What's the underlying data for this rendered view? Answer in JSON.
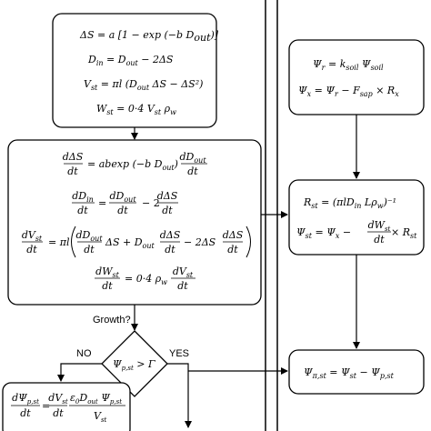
{
  "box1": {
    "eq1": "ΔS = a [1 − exp (−b D",
    "eq1_sub": "out",
    "eq1_tail": ")]",
    "eq2_lhs": "D",
    "eq2_lhs_sub": "in",
    "eq2_rhs": " = D",
    "eq2_rhs_sub": "out",
    "eq2_tail": " − 2ΔS",
    "eq3_lhs": "V",
    "eq3_lhs_sub": "st",
    "eq3_mid": " = πl (D",
    "eq3_mid_sub": "out",
    "eq3_tail": " ΔS − ΔS²)",
    "eq4_lhs": "W",
    "eq4_lhs_sub": "st",
    "eq4_mid": " = 0·4 V",
    "eq4_mid_sub": "st",
    "eq4_tail": " ρ",
    "eq4_tail_sub": "w"
  },
  "box2": {
    "r1_num": "dΔS",
    "r1_den": "dt",
    "r1_mid": "= abexp (−b D",
    "r1_mid_sub": "out",
    "r1_close": ")",
    "r1_fnum": "dD",
    "r1_fnum_sub": "out",
    "r1_fden": "dt",
    "r2_num": "dD",
    "r2_num_sub": "in",
    "r2_den": "dt",
    "r2_eq": "=",
    "r2_fnum": "dD",
    "r2_fnum_sub": "out",
    "r2_fden": "dt",
    "r2_minus": "− 2",
    "r2_gnum": "dΔS",
    "r2_gden": "dt",
    "r3_num": "dV",
    "r3_num_sub": "st",
    "r3_den": "dt",
    "r3_mid": "= πl",
    "r3_f1num": "dD",
    "r3_f1num_sub": "out",
    "r3_f1den": "dt",
    "r3_t1": "ΔS + D",
    "r3_t1_sub": "out",
    "r3_f2num": "dΔS",
    "r3_f2den": "dt",
    "r3_t2": "− 2ΔS",
    "r3_f3num": "dΔS",
    "r3_f3den": "dt",
    "r4_num": "dW",
    "r4_num_sub": "st",
    "r4_den": "dt",
    "r4_mid": "= 0·4 ρ",
    "r4_mid_sub": "w",
    "r4_fnum": "dV",
    "r4_fnum_sub": "st",
    "r4_fden": "dt"
  },
  "growth_label": "Growth?",
  "decision": {
    "text": "Ψ",
    "sub": "p,st",
    "tail": " > Γ"
  },
  "no_label": "NO",
  "yes_label": "YES",
  "box_bl": {
    "lnum": "dΨ",
    "lnum_sub": "p,st",
    "lden": "dt",
    "eq": "=",
    "fnum": "dV",
    "fnum_sub": "st",
    "fden": "dt",
    "rnum": "ε",
    "rnum_sub": "0",
    "rnum_tail": "D",
    "rnum_tail_sub": "out",
    "rnum_tail2": " Ψ",
    "rnum_tail2_sub": "p,st",
    "rden": "V",
    "rden_sub": "st"
  },
  "box_r1": {
    "l1": "Ψ",
    "l1_sub": "r",
    "l1_mid": " = k",
    "l1_mid_sub": "soil",
    "l1_tail": " Ψ",
    "l1_tail_sub": "soil",
    "l2": "Ψ",
    "l2_sub": "x",
    "l2_mid": " = Ψ",
    "l2_mid_sub": "r",
    "l2_mid2": " − F",
    "l2_mid2_sub": "sap",
    "l2_tail": " × R",
    "l2_tail_sub": "x"
  },
  "box_r2": {
    "l1": "R",
    "l1_sub": "st",
    "l1_mid": " = (πlD",
    "l1_mid_sub": "in",
    "l1_mid2": " Lρ",
    "l1_mid2_sub": "w",
    "l1_tail": ")⁻¹",
    "l2": "Ψ",
    "l2_sub": "st",
    "l2_mid": " = Ψ",
    "l2_mid_sub": "x",
    "l2_minus": " −",
    "l2_fnum": "dW",
    "l2_fnum_sub": "st",
    "l2_fden": "dt",
    "l2_tail": " × R",
    "l2_tail_sub": "st"
  },
  "box_r3": {
    "l1": "Ψ",
    "l1_sub": "π,st",
    "l1_mid": " = Ψ",
    "l1_mid_sub": "st",
    "l1_mid2": " − Ψ",
    "l1_mid2_sub": "p,st"
  }
}
